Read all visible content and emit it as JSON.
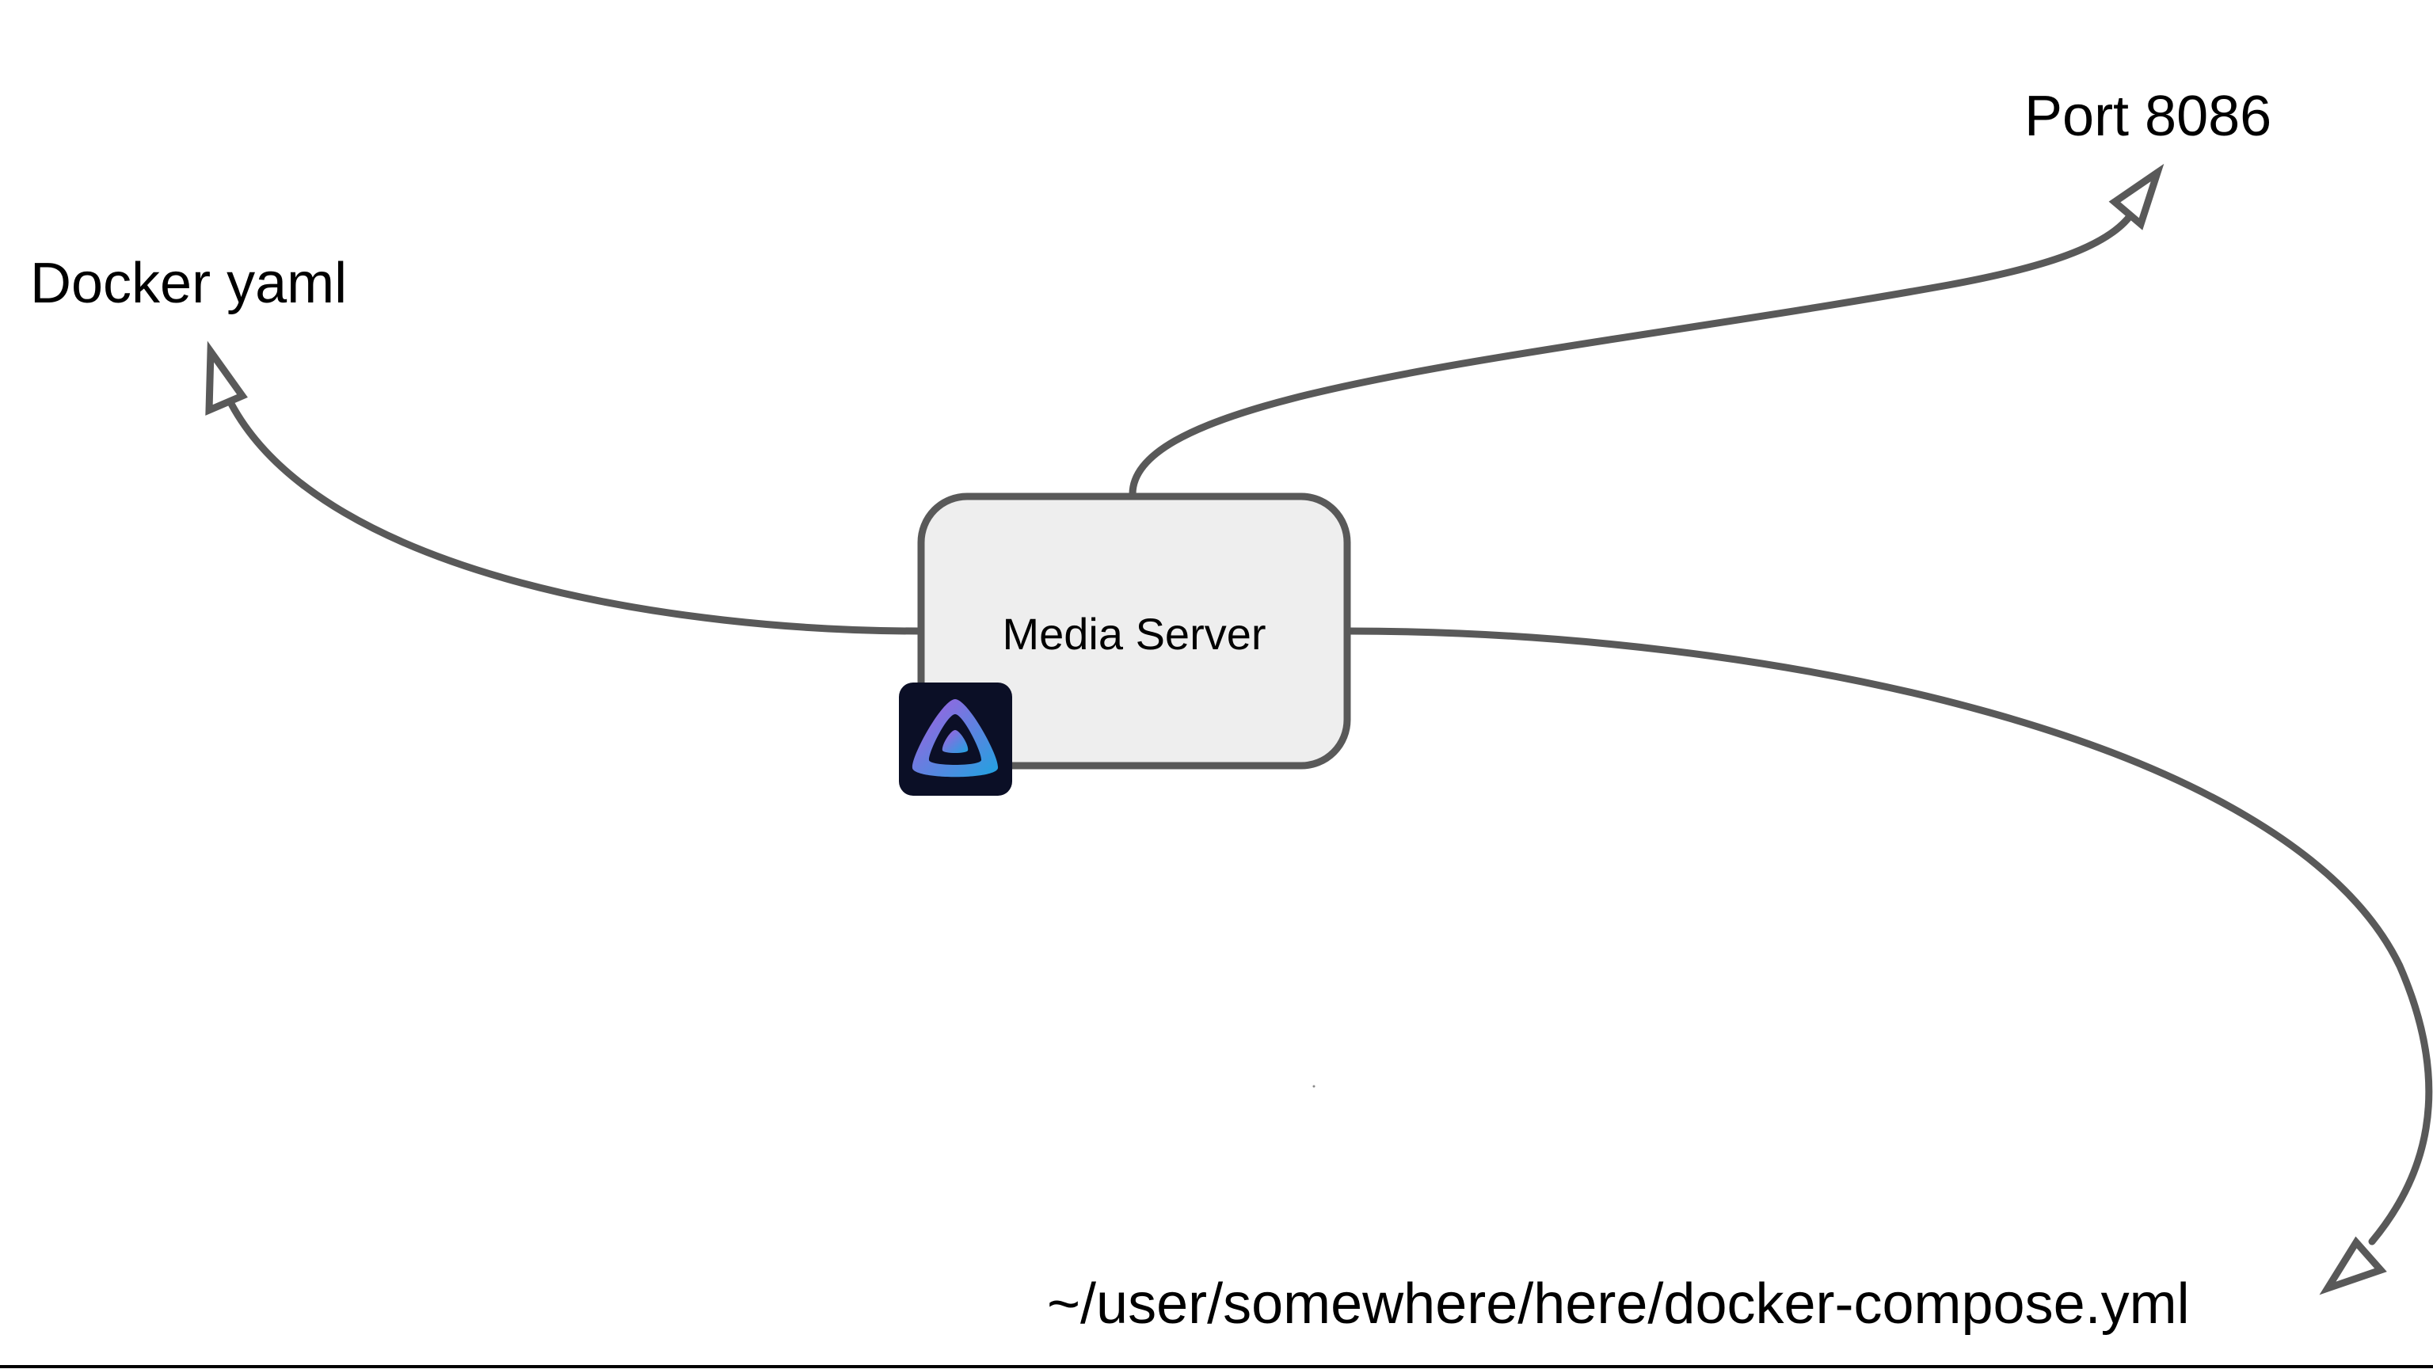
{
  "diagram": {
    "node": {
      "label": "Media Server"
    },
    "labels": {
      "docker_yaml": "Docker yaml",
      "port": "Port 8086",
      "compose_path": "~/user/somewhere/here/docker-compose.yml"
    },
    "icon": "jellyfin-logo-icon",
    "colors": {
      "background": "#ffffff",
      "node_fill": "#eeeeee",
      "stroke": "#595959",
      "text": "#000000",
      "icon_bg": "#0b0f26",
      "icon_gradient_start": "#a95ce0",
      "icon_gradient_end": "#1fa3e0"
    }
  }
}
